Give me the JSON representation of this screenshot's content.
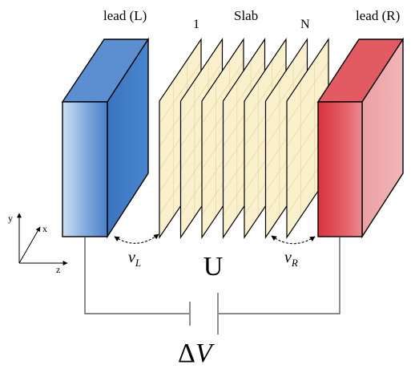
{
  "labels": {
    "lead_left": "lead (L)",
    "slab": "Slab",
    "slab_first": "1",
    "slab_last": "N",
    "lead_right": "lead (R)",
    "coupling_left_base": "v",
    "coupling_left_sub": "L",
    "coupling_right_base": "v",
    "coupling_right_sub": "R",
    "interaction": "U",
    "bias_delta": "Δ",
    "bias_var": "V",
    "axis_x": "x",
    "axis_y": "y",
    "axis_z": "z"
  },
  "slab": {
    "layer_count": 7
  },
  "colors": {
    "lead_left_front": "#4a7fc8",
    "lead_left_side": "#3f7cc6",
    "lead_right_front": "#dc3a44",
    "lead_right_side": "#eea6a8",
    "slab_fill": "#fbf0cc",
    "slab_grid": "#e4d7a8",
    "outline": "#000000"
  }
}
